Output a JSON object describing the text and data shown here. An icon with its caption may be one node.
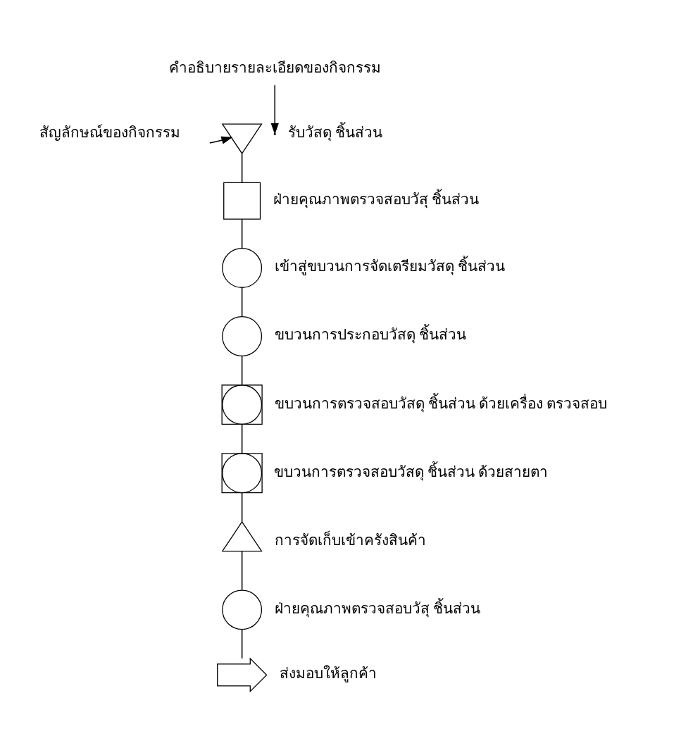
{
  "diagram": {
    "nodes": [
      {
        "text": [
          "คำอธิบายรายละเอียดของกิจกรรม"
        ]
      },
      {
        "text": [
          "สัญลักษณ์ของกิจกรรม"
        ]
      },
      {
        "text": [],
        "shape": "triangle",
        "beside": [
          "รับวัสดุ ชิ้นส่วน"
        ]
      },
      {
        "text": [],
        "shape": "box",
        "beside": [
          "ฝ่ายคุณภาพตรวจสอบวัสุ ชิ้นส่วน"
        ]
      },
      {
        "text": [],
        "shape": "circle",
        "beside": [
          "เข้าสู่ขบวนการจัดเตรียมวัสดุ ชิ้นส่วน"
        ]
      },
      {
        "text": [],
        "shape": "circle",
        "beside": [
          "ขบวนการประกอบวัสดุ ชิ้นส่วน"
        ]
      },
      {
        "text": [],
        "shape": "box",
        "beside": [
          "ขบวนการตรวจสอบวัสดุ ชิ้นส่วน ด้วยเครื่อง ตรวจสอบ"
        ]
      },
      {
        "text": [],
        "shape": "circle",
        "in": 6
      },
      {
        "text": [],
        "shape": "box",
        "beside": [
          "ขบวนการตรวจสอบวัสดุ ชิ้นส่วน ด้วยสายตา"
        ]
      },
      {
        "text": [],
        "shape": "circle",
        "in": 8
      },
      {
        "text": [],
        "shape": "triangle",
        "beside": [
          "การจัดเก็บเข้าครังสินค้า"
        ]
      },
      {
        "text": [],
        "shape": "circle",
        "beside": [
          "ฝ่ายคุณภาพตรวจสอบวัสุ ชิ้นส่วน"
        ]
      },
      {
        "text": [],
        "shape": "arrow",
        "beside": [
          "ส่งมอบให้ลูกค้า"
        ]
      }
    ],
    "edges": [
      {
        "from": 0,
        "to": null,
        "arrow": "to"
      },
      {
        "from": 1,
        "to": 2,
        "arrow": "to"
      },
      {
        "from": 2,
        "to": 3,
        "arrow": "none"
      },
      {
        "from": 3,
        "to": 4,
        "arrow": "none"
      },
      {
        "from": 4,
        "to": 5,
        "arrow": "none"
      },
      {
        "from": 5,
        "to": 6,
        "arrow": "none"
      },
      {
        "from": 6,
        "to": 8,
        "arrow": "none"
      },
      {
        "from": 8,
        "to": 10,
        "arrow": "none"
      },
      {
        "from": 10,
        "to": 11,
        "arrow": "none"
      },
      {
        "from": 11,
        "to": 12,
        "arrow": "none"
      }
    ]
  }
}
